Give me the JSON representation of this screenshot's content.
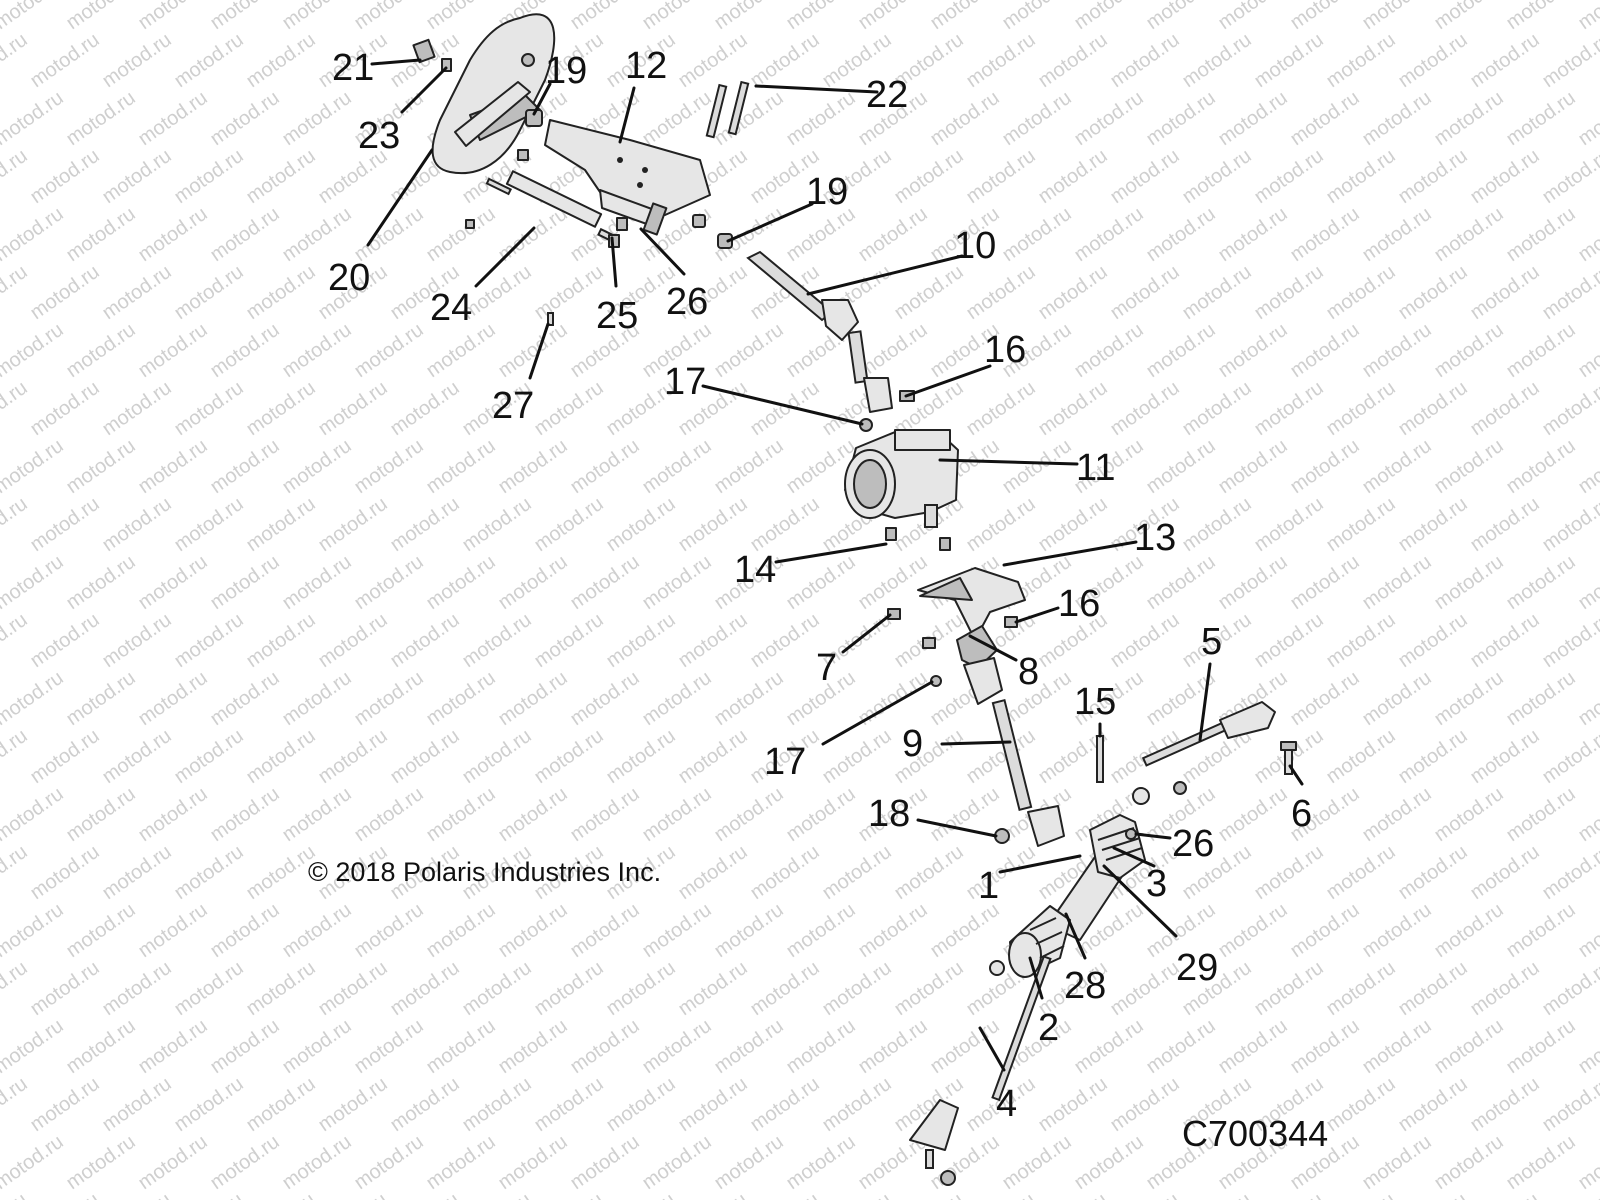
{
  "watermark": "motod.ru",
  "copyright": "© 2018 Polaris Industries Inc.",
  "drawing_code": "C700344",
  "callouts": [
    {
      "id": "c1",
      "label": "1"
    },
    {
      "id": "c2",
      "label": "2"
    },
    {
      "id": "c3",
      "label": "3"
    },
    {
      "id": "c4",
      "label": "4"
    },
    {
      "id": "c5",
      "label": "5"
    },
    {
      "id": "c6",
      "label": "6"
    },
    {
      "id": "c7",
      "label": "7"
    },
    {
      "id": "c8",
      "label": "8"
    },
    {
      "id": "c9",
      "label": "9"
    },
    {
      "id": "c10",
      "label": "10"
    },
    {
      "id": "c11",
      "label": "11"
    },
    {
      "id": "c12",
      "label": "12"
    },
    {
      "id": "c13",
      "label": "13"
    },
    {
      "id": "c14",
      "label": "14"
    },
    {
      "id": "c15",
      "label": "15"
    },
    {
      "id": "c16a",
      "label": "16"
    },
    {
      "id": "c16b",
      "label": "16"
    },
    {
      "id": "c17a",
      "label": "17"
    },
    {
      "id": "c17b",
      "label": "17"
    },
    {
      "id": "c18",
      "label": "18"
    },
    {
      "id": "c19a",
      "label": "19"
    },
    {
      "id": "c19b",
      "label": "19"
    },
    {
      "id": "c20",
      "label": "20"
    },
    {
      "id": "c21",
      "label": "21"
    },
    {
      "id": "c22",
      "label": "22"
    },
    {
      "id": "c23",
      "label": "23"
    },
    {
      "id": "c24",
      "label": "24"
    },
    {
      "id": "c25",
      "label": "25"
    },
    {
      "id": "c26a",
      "label": "26"
    },
    {
      "id": "c26b",
      "label": "26"
    },
    {
      "id": "c27",
      "label": "27"
    },
    {
      "id": "c28",
      "label": "28"
    },
    {
      "id": "c29",
      "label": "29"
    }
  ]
}
